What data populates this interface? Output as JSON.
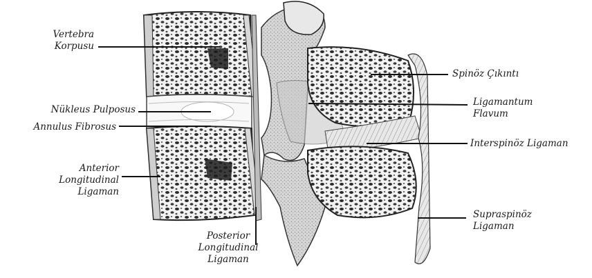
{
  "labels": {
    "vertebra_korpusu": [
      "Vertebra",
      "Korpusu"
    ],
    "nukleus_pulposus": "Nükleus Pulposus",
    "annulus_fibrosus": "Annulus Fibrosus",
    "anterior_longitudinal": [
      "Anterior",
      "Longitudinal",
      "Ligaman"
    ],
    "posterior_longitudinal": [
      "Posterior",
      "Longitudinal",
      "Ligaman"
    ],
    "spinoz_cikinti": "Spinöz Çıkıntı",
    "ligamantum_flavum": [
      "Ligamantum",
      "Flavum"
    ],
    "interspinoz_ligaman": "Interspinöz Ligaman",
    "supraspinoz_ligaman": [
      "Supraspinöz",
      "Ligaman"
    ]
  },
  "colors": {
    "ink": "#1a1a1a",
    "bone_fill": "#e6e6e6",
    "disc_fill": "#f7f7f7",
    "shadow": "#9a9a9a"
  }
}
